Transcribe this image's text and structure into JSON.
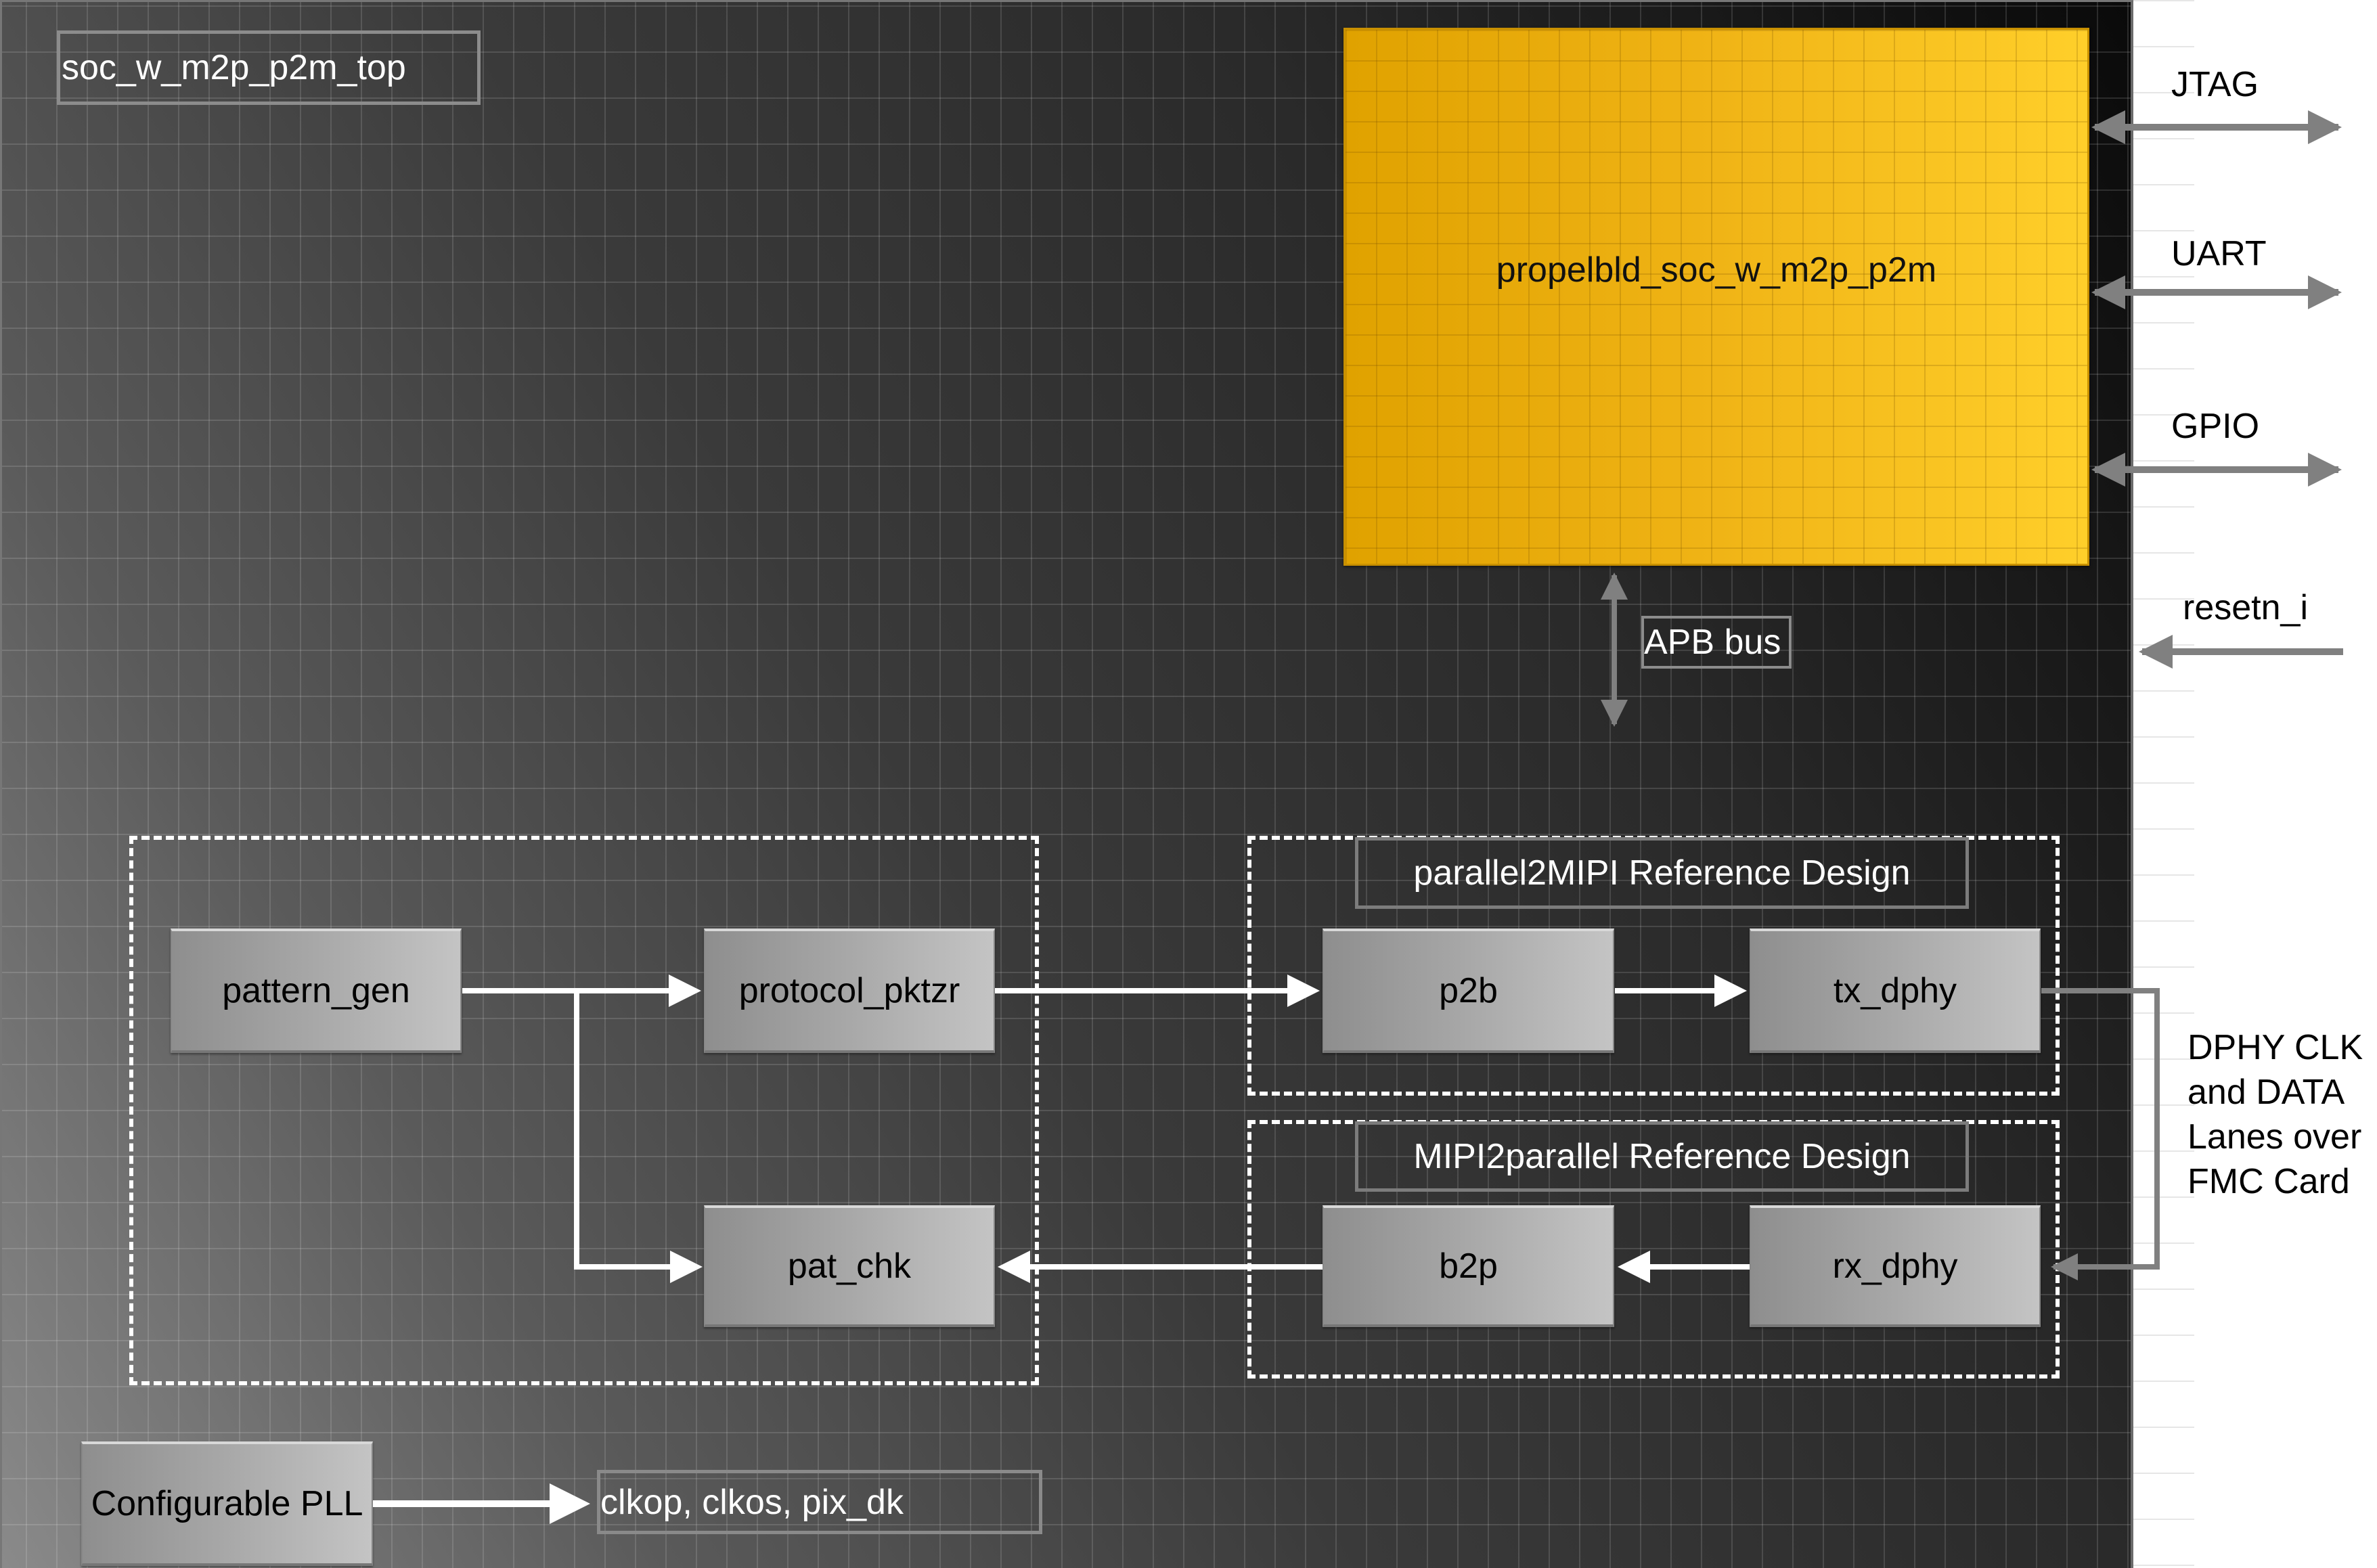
{
  "top_module": {
    "label": "soc_w_m2p_p2m_top"
  },
  "processor": {
    "label": "propelbld_soc_w_m2p_p2m",
    "color": "#f0b416"
  },
  "interfaces": [
    {
      "label": "JTAG",
      "direction": "bidirectional"
    },
    {
      "label": "UART",
      "direction": "bidirectional"
    },
    {
      "label": "GPIO",
      "direction": "bidirectional"
    },
    {
      "label": "resetn_i",
      "direction": "input"
    }
  ],
  "apb_bus": {
    "label": "APB bus"
  },
  "test_group": {
    "blocks": {
      "pattern_gen": "pattern_gen",
      "protocol_pktzr": "protocol_pktzr",
      "pat_chk": "pat_chk"
    }
  },
  "p2m_design": {
    "title": "parallel2MIPI Reference Design",
    "blocks": {
      "p2b": "p2b",
      "tx_dphy": "tx_dphy"
    }
  },
  "m2p_design": {
    "title": "MIPI2parallel Reference Design",
    "blocks": {
      "b2p": "b2p",
      "rx_dphy": "rx_dphy"
    }
  },
  "loopback": {
    "label": "DPHY CLK and DATA Lanes over FMC Card"
  },
  "pll": {
    "label": "Configurable PLL",
    "outputs_label": "clkop, clkos, pix_dk"
  },
  "colors": {
    "wire_white": "#ffffff",
    "wire_gray": "#808080",
    "panel_dark": "#1a1a1a"
  }
}
